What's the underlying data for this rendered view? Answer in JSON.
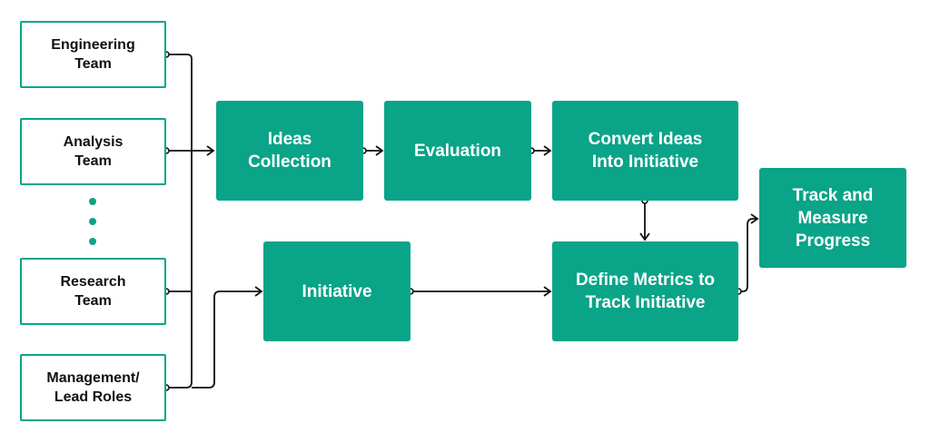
{
  "sources": [
    {
      "label": "Engineering\nTeam"
    },
    {
      "label": "Analysis\nTeam"
    },
    {
      "label": "Research\nTeam"
    },
    {
      "label": "Management/\nLead Roles"
    }
  ],
  "steps": {
    "ideas_collection": "Ideas\nCollection",
    "evaluation": "Evaluation",
    "convert": "Convert Ideas\nInto Initiative",
    "initiative": "Initiative",
    "define_metrics": "Define Metrics to\nTrack Initiative",
    "track": "Track and\nMeasure\nProgress"
  },
  "colors": {
    "accent": "#0aa488",
    "line": "#111111",
    "text": "#111111"
  }
}
